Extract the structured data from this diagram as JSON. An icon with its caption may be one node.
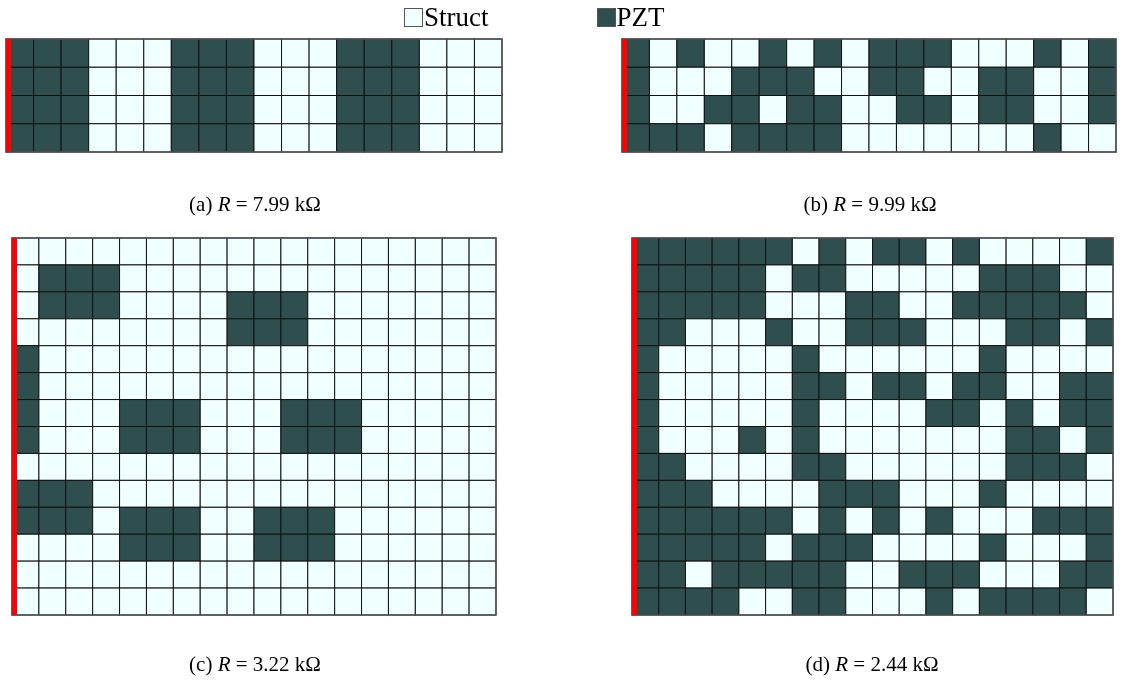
{
  "diagram": {
    "labels": [
      "(a) *R* = 7.99 kΩ",
      "(b) *R* = 9.99 kΩ",
      "(c) *R* = 3.22 kΩ",
      "(d) *R* = 2.44 kΩ"
    ],
    "legend": [
      {
        "text": "Struct",
        "color": "#f0ffff"
      },
      {
        "text": "PZT",
        "color": "#2f4f4f"
      }
    ]
  }
}
